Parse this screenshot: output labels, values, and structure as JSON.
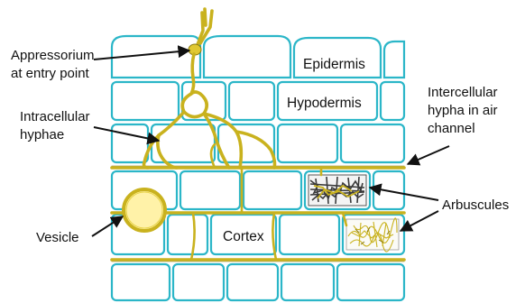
{
  "labels": {
    "appressorium_line1": "Appressorium",
    "appressorium_line2": "at entry point",
    "intracellular_line1": "Intracellular",
    "intracellular_line2": "hyphae",
    "vesicle": "Vesicle",
    "epidermis": "Epidermis",
    "hypodermis": "Hypodermis",
    "cortex": "Cortex",
    "intercellular_line1": "Intercellular",
    "intercellular_line2": "hypha in air",
    "intercellular_line3": "channel",
    "arbuscules": "Arbuscules"
  },
  "colors": {
    "cell_wall": "#2bb6c8",
    "hyphae": "#c9b21e",
    "vesicle_fill": "#fff2a8",
    "arbuscule_dark": "#3a3a3a",
    "arrow": "#111111"
  }
}
